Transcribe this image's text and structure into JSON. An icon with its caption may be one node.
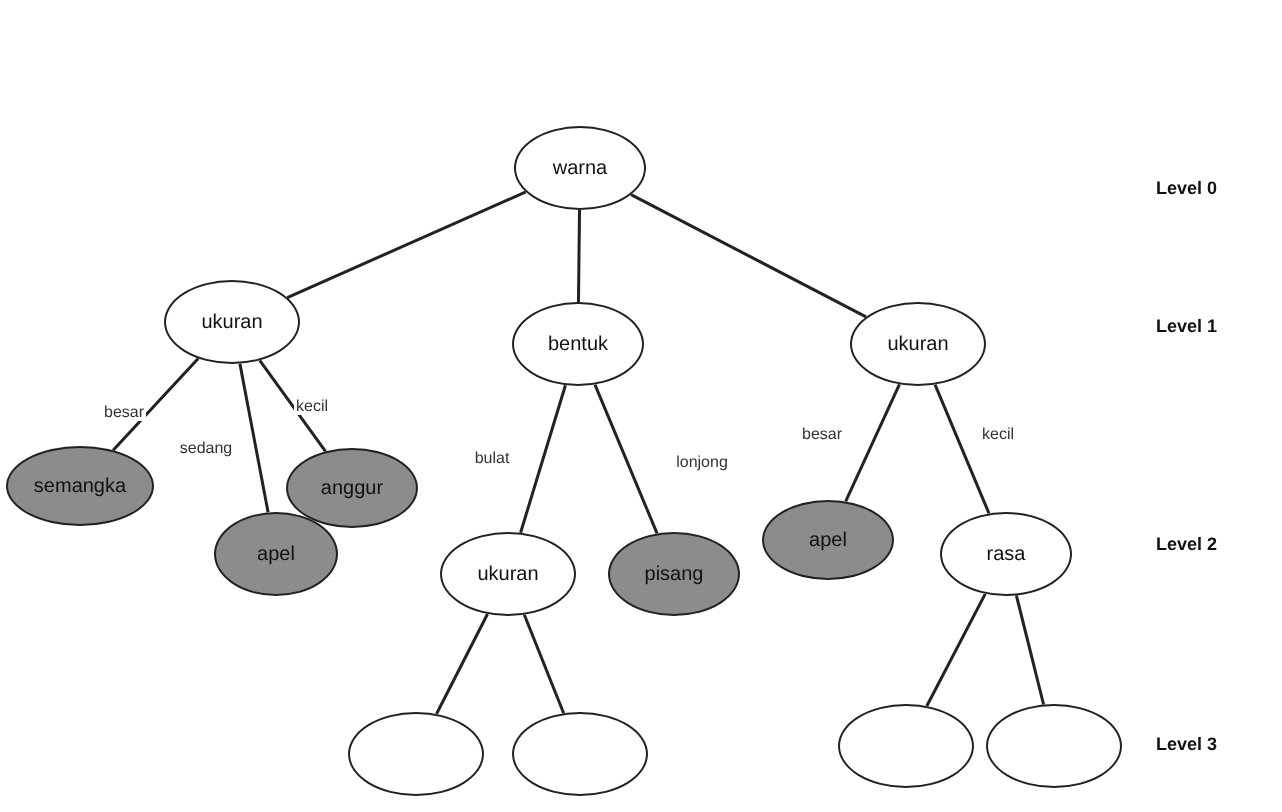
{
  "diagram": {
    "nodes": [
      {
        "text": [
          "warna"
        ]
      },
      {
        "text": [
          "ukuran"
        ]
      },
      {
        "text": [
          "bentuk"
        ]
      },
      {
        "text": [
          "ukuran"
        ]
      },
      {
        "text": [
          "semangka"
        ]
      },
      {
        "text": [
          "apel"
        ]
      },
      {
        "text": [
          "anggur"
        ]
      },
      {
        "text": [
          "ukuran"
        ]
      },
      {
        "text": [
          "pisang"
        ]
      },
      {
        "text": [
          "apel"
        ]
      },
      {
        "text": [
          "rasa"
        ]
      },
      {
        "text": [],
        "shape": "circle"
      },
      {
        "text": [],
        "shape": "circle"
      },
      {
        "text": [],
        "shape": "circle"
      },
      {
        "text": [],
        "shape": "circle"
      }
    ],
    "edges": [
      {
        "from": 0,
        "to": 1,
        "arrow": "none"
      },
      {
        "from": 0,
        "to": 2,
        "arrow": "none"
      },
      {
        "from": 0,
        "to": 3,
        "arrow": "none"
      },
      {
        "from": 1,
        "to": 4,
        "arrow": "none",
        "label": "besar"
      },
      {
        "from": 1,
        "to": 5,
        "arrow": "none",
        "label": "sedang"
      },
      {
        "from": 1,
        "to": 6,
        "arrow": "none",
        "label": "kecil"
      },
      {
        "from": 2,
        "to": 7,
        "arrow": "none",
        "label": "bulat"
      },
      {
        "from": 2,
        "to": 8,
        "arrow": "none",
        "label": "lonjong"
      },
      {
        "from": 3,
        "to": 9,
        "arrow": "none",
        "label": "besar"
      },
      {
        "from": 3,
        "to": 10,
        "arrow": "none",
        "label": "kecil"
      },
      {
        "from": 7,
        "to": 11,
        "arrow": "none"
      },
      {
        "from": 7,
        "to": 12,
        "arrow": "none"
      },
      {
        "from": 10,
        "to": 13,
        "arrow": "none"
      },
      {
        "from": 10,
        "to": 14,
        "arrow": "none"
      }
    ],
    "labels": [
      "Level 0",
      "Level 1",
      "Level 2",
      "Level 3"
    ]
  }
}
